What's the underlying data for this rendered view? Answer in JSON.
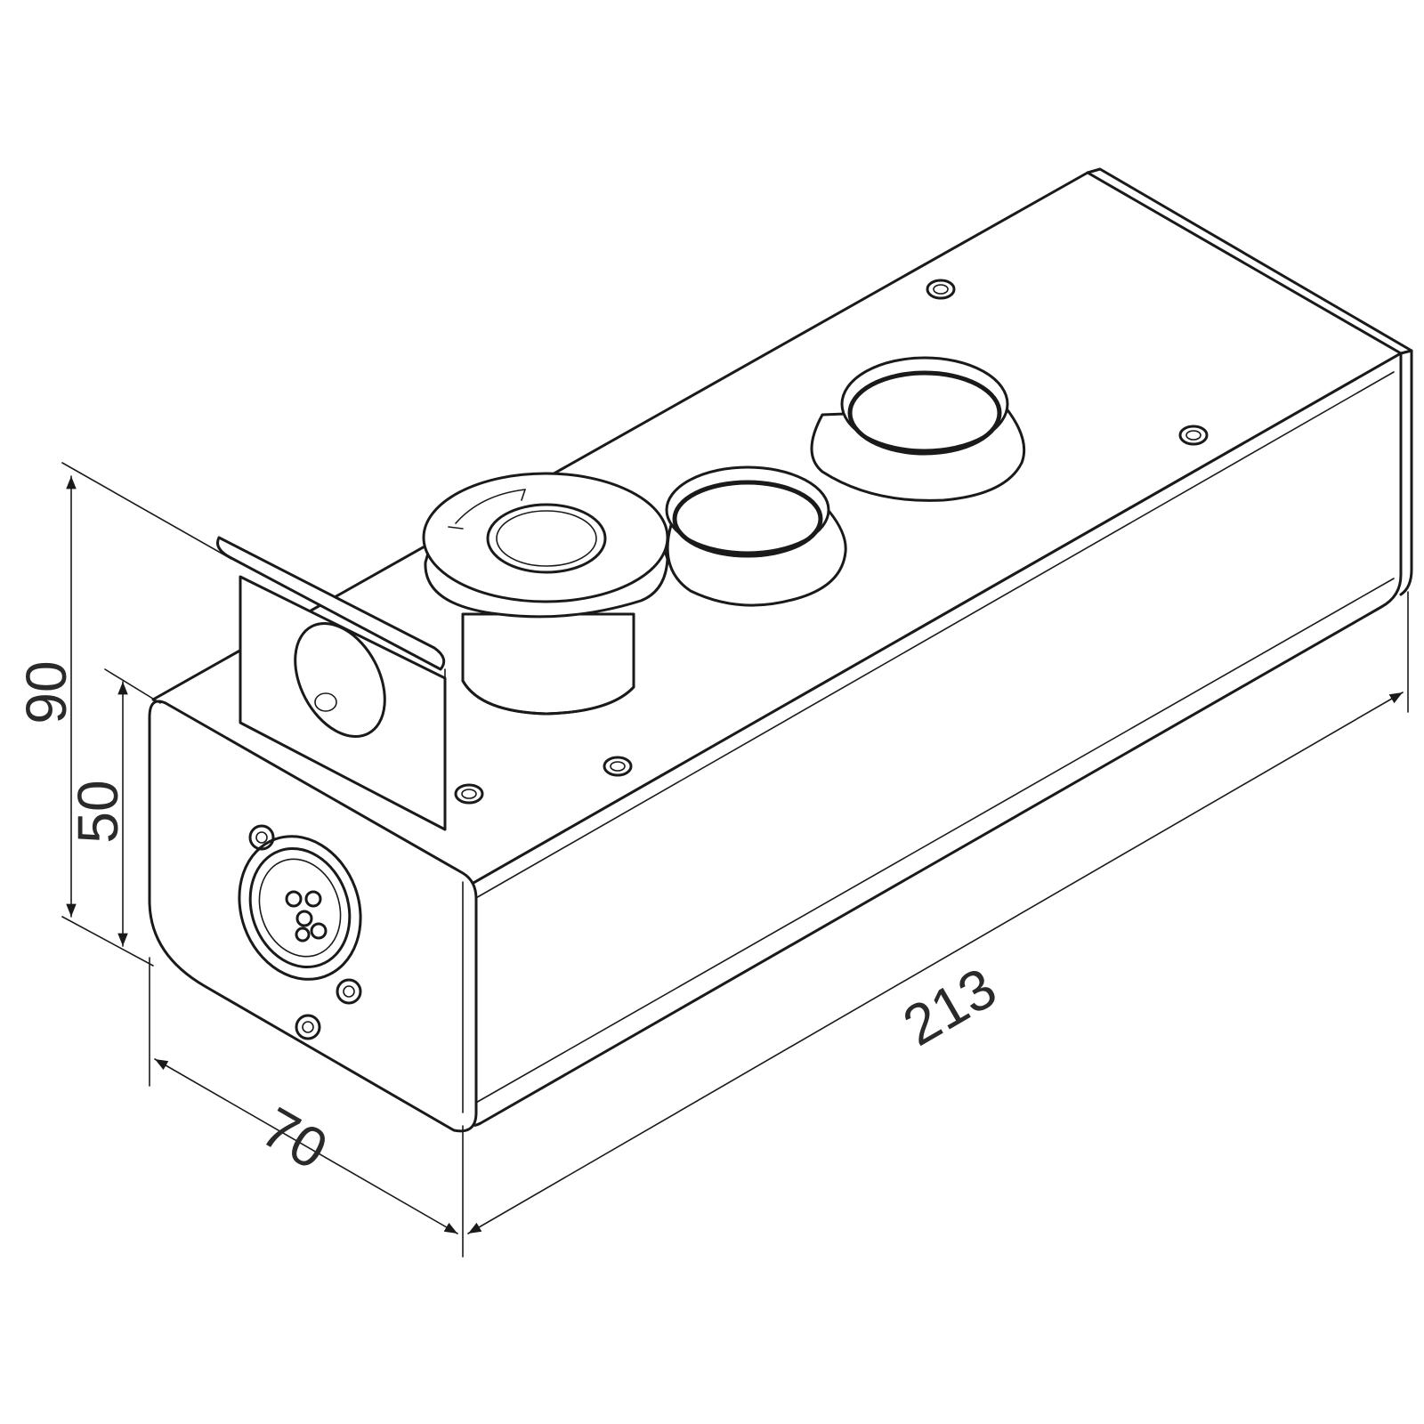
{
  "figure": {
    "dimensions": [
      {
        "id": "length",
        "label": "213"
      },
      {
        "id": "depth",
        "label": "70"
      },
      {
        "id": "total-height",
        "label": "90"
      },
      {
        "id": "body-height",
        "label": "50"
      }
    ]
  }
}
